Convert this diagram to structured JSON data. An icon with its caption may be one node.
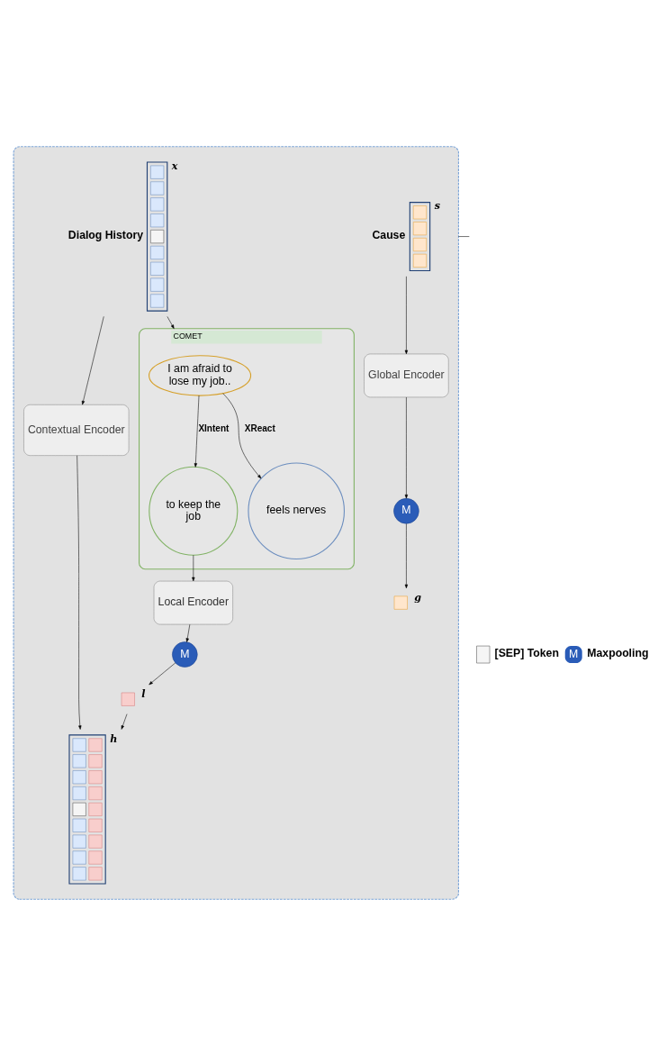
{
  "diagram": {
    "nodes": [
      {
        "text": [],
        "shape": "box"
      },
      {
        "text": [],
        "shape": "box",
        "beside": [
          "Cause",
          "s"
        ],
        "in": 0
      },
      {
        "text": [
          "Global Encoder"
        ],
        "in": 0
      },
      {
        "text": [
          "M"
        ],
        "in": 0
      },
      {
        "text": [],
        "shape": "box",
        "beside": [
          "g"
        ],
        "in": 0
      },
      {
        "text": [],
        "shape": "box",
        "beside": [
          "Dialog History",
          "x"
        ],
        "in": 0
      },
      {
        "text": [
          "Contextual Encoder"
        ],
        "in": 0
      },
      {
        "text": [],
        "shape": "box",
        "beside": [
          "h"
        ],
        "in": 0
      },
      {
        "text": [
          "COMET"
        ],
        "in": 0
      },
      {
        "text": [
          "I am afraid to lose my job.."
        ],
        "in": 8
      },
      {
        "text": [
          "to keep the job"
        ],
        "in": 8
      },
      {
        "text": [
          "feels nerves"
        ],
        "in": 8
      },
      {
        "text": [
          "Local Encoder"
        ],
        "in": 0
      },
      {
        "text": [
          "M"
        ],
        "in": 0
      },
      {
        "text": [],
        "shape": "box",
        "beside": [
          "l"
        ],
        "in": 0
      }
    ],
    "edges": [
      {
        "from": 1,
        "to": 2,
        "arrow": "to"
      },
      {
        "from": 2,
        "to": 3,
        "arrow": "to"
      },
      {
        "from": 3,
        "to": 4,
        "arrow": "to"
      },
      {
        "from": 5,
        "to": 6,
        "arrow": "to"
      },
      {
        "from": 6,
        "to": 7,
        "arrow": "to"
      },
      {
        "from": 5,
        "to": 8,
        "arrow": "to"
      },
      {
        "from": 9,
        "to": 10,
        "arrow": "to",
        "label": "XIntent"
      },
      {
        "from": 9,
        "to": 11,
        "arrow": "to",
        "label": "XReact"
      },
      {
        "from": 10,
        "to": 12,
        "arrow": "to"
      },
      {
        "from": 12,
        "to": 13,
        "arrow": "to"
      },
      {
        "from": 13,
        "to": 14,
        "arrow": "to"
      },
      {
        "from": 14,
        "to": 7,
        "arrow": "to"
      },
      {
        "from": 0,
        "to": null,
        "arrow": "none"
      }
    ],
    "labels": [
      "M"
    ],
    "legend": [
      {
        "text": "[SEP] Token"
      },
      {
        "text": "Maxpooling"
      }
    ]
  }
}
